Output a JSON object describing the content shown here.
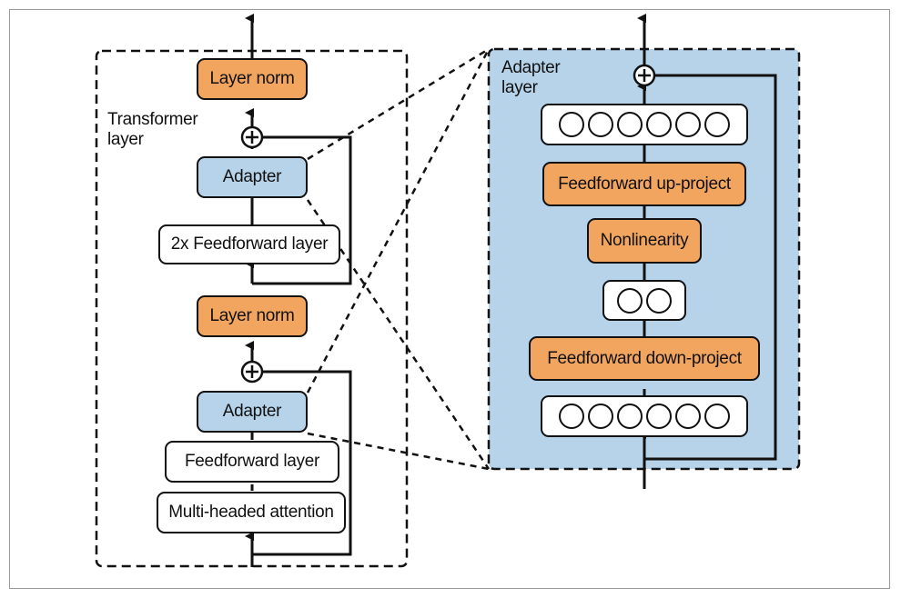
{
  "transformer": {
    "caption": "Transformer\nlayer",
    "layer_norm_top": "Layer norm",
    "adapter_top": "Adapter",
    "feedforward_2x": "2x Feedforward layer",
    "layer_norm_mid": "Layer norm",
    "adapter_bottom": "Adapter",
    "feedforward": "Feedforward layer",
    "attention": "Multi-headed attention"
  },
  "adapter_layer": {
    "caption": "Adapter\nlayer",
    "up_project": "Feedforward up-project",
    "nonlinearity": "Nonlinearity",
    "down_project": "Feedforward down-project",
    "top_neurons": 6,
    "mid_neurons": 2,
    "bottom_neurons": 6
  },
  "colors": {
    "orange": "#f2a55e",
    "blue": "#b7d3ea",
    "white": "#ffffff",
    "stroke": "#111111"
  }
}
